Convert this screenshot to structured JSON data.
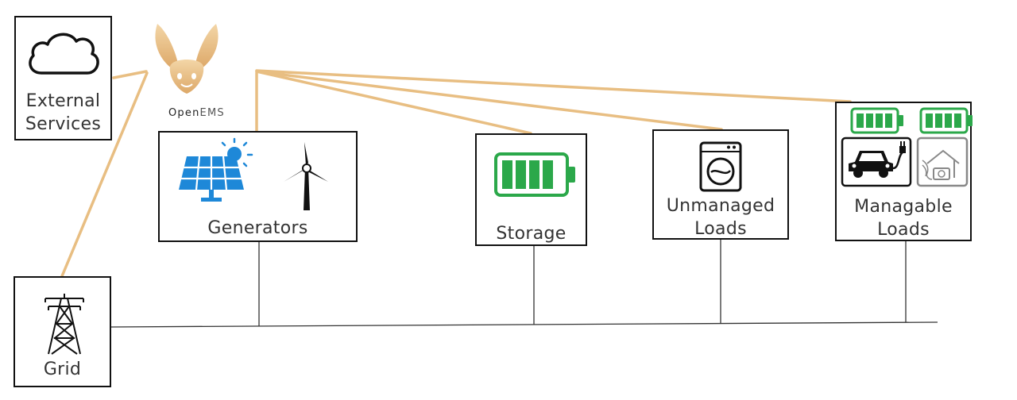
{
  "brand": {
    "prefix": "Open",
    "suffix": "EMS",
    "logo_icon": "fennec-fox-icon"
  },
  "nodes": {
    "external_services": {
      "label_line1": "External",
      "label_line2": "Services",
      "icon": "cloud-icon"
    },
    "grid": {
      "label": "Grid",
      "icon": "power-pylon-icon"
    },
    "generators": {
      "label": "Generators",
      "icons": [
        "solar-panel-icon",
        "wind-turbine-icon"
      ]
    },
    "storage": {
      "label": "Storage",
      "icon": "battery-icon"
    },
    "unmanaged_loads": {
      "label_line1": "Unmanaged",
      "label_line2": "Loads",
      "icon": "washing-machine-icon"
    },
    "managable_loads": {
      "label_line1": "Managable",
      "label_line2": "Loads",
      "icons": [
        "battery-icon",
        "battery-icon",
        "electric-car-icon",
        "heat-pump-house-icon"
      ]
    }
  },
  "colors": {
    "comm_line": "#E8BE82",
    "bus_line": "#333333",
    "battery": "#2BA84A",
    "solar": "#1E88D8",
    "heat_pump": "#888888",
    "fox": "#E8BE82"
  }
}
